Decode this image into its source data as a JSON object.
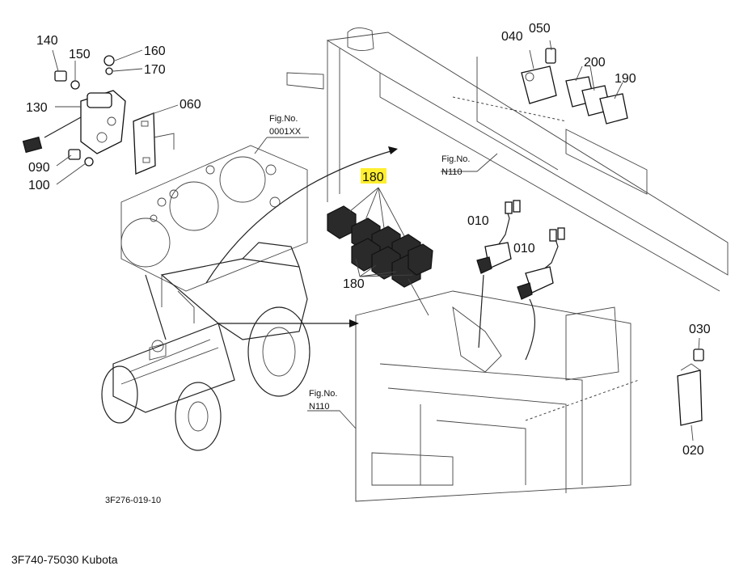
{
  "callouts": {
    "c140": "140",
    "c150": "150",
    "c160": "160",
    "c170": "170",
    "c130": "130",
    "c060": "060",
    "c090": "090",
    "c100": "100",
    "c180_top": "180",
    "c180_bottom": "180",
    "c010_a": "010",
    "c010_b": "010",
    "c040": "040",
    "c050": "050",
    "c200": "200",
    "c190": "190",
    "c030": "030",
    "c020": "020"
  },
  "fig_refs": {
    "ref1_title": "Fig.No.",
    "ref1_code": "0001XX",
    "ref2_title": "Fig.No.",
    "ref2_code": "N110",
    "ref3_title": "Fig.No.",
    "ref3_code": "N110"
  },
  "drawing_id": "3F276-019-10",
  "caption": "3F740-75030 Kubota",
  "highlight_color": "#ffef2f"
}
